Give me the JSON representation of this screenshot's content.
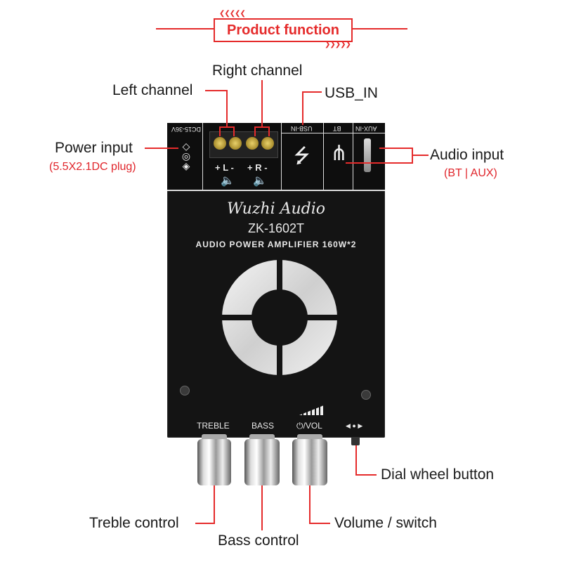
{
  "title": "Product function",
  "labels": {
    "right_channel": "Right channel",
    "left_channel": "Left channel",
    "usb_in": "USB_IN",
    "power_input": "Power input",
    "power_input_sub": "(5.5X2.1DC plug)",
    "audio_input": "Audio input",
    "audio_input_sub": "(BT | AUX)",
    "dial_wheel": "Dial wheel button",
    "treble_control": "Treble control",
    "volume_switch": "Volume / switch",
    "bass_control": "Bass control"
  },
  "board": {
    "brand": "Wuzhi Audio",
    "model": "ZK-1602T",
    "subtitle": "AUDIO POWER AMPLIFIER 160W*2",
    "dc_label": "DC15-36V",
    "usb_label": "USB-IN",
    "bt_label": "BT",
    "aux_label": "AUX-IN",
    "left_terminal": "+ L -",
    "right_terminal": "+ R -",
    "treble": "TREBLE",
    "bass": "BASS",
    "vol": "⏻/VOL",
    "dial_arrows": "◀ ● ▶"
  },
  "colors": {
    "accent": "#e52b2b",
    "board": "#141414"
  }
}
